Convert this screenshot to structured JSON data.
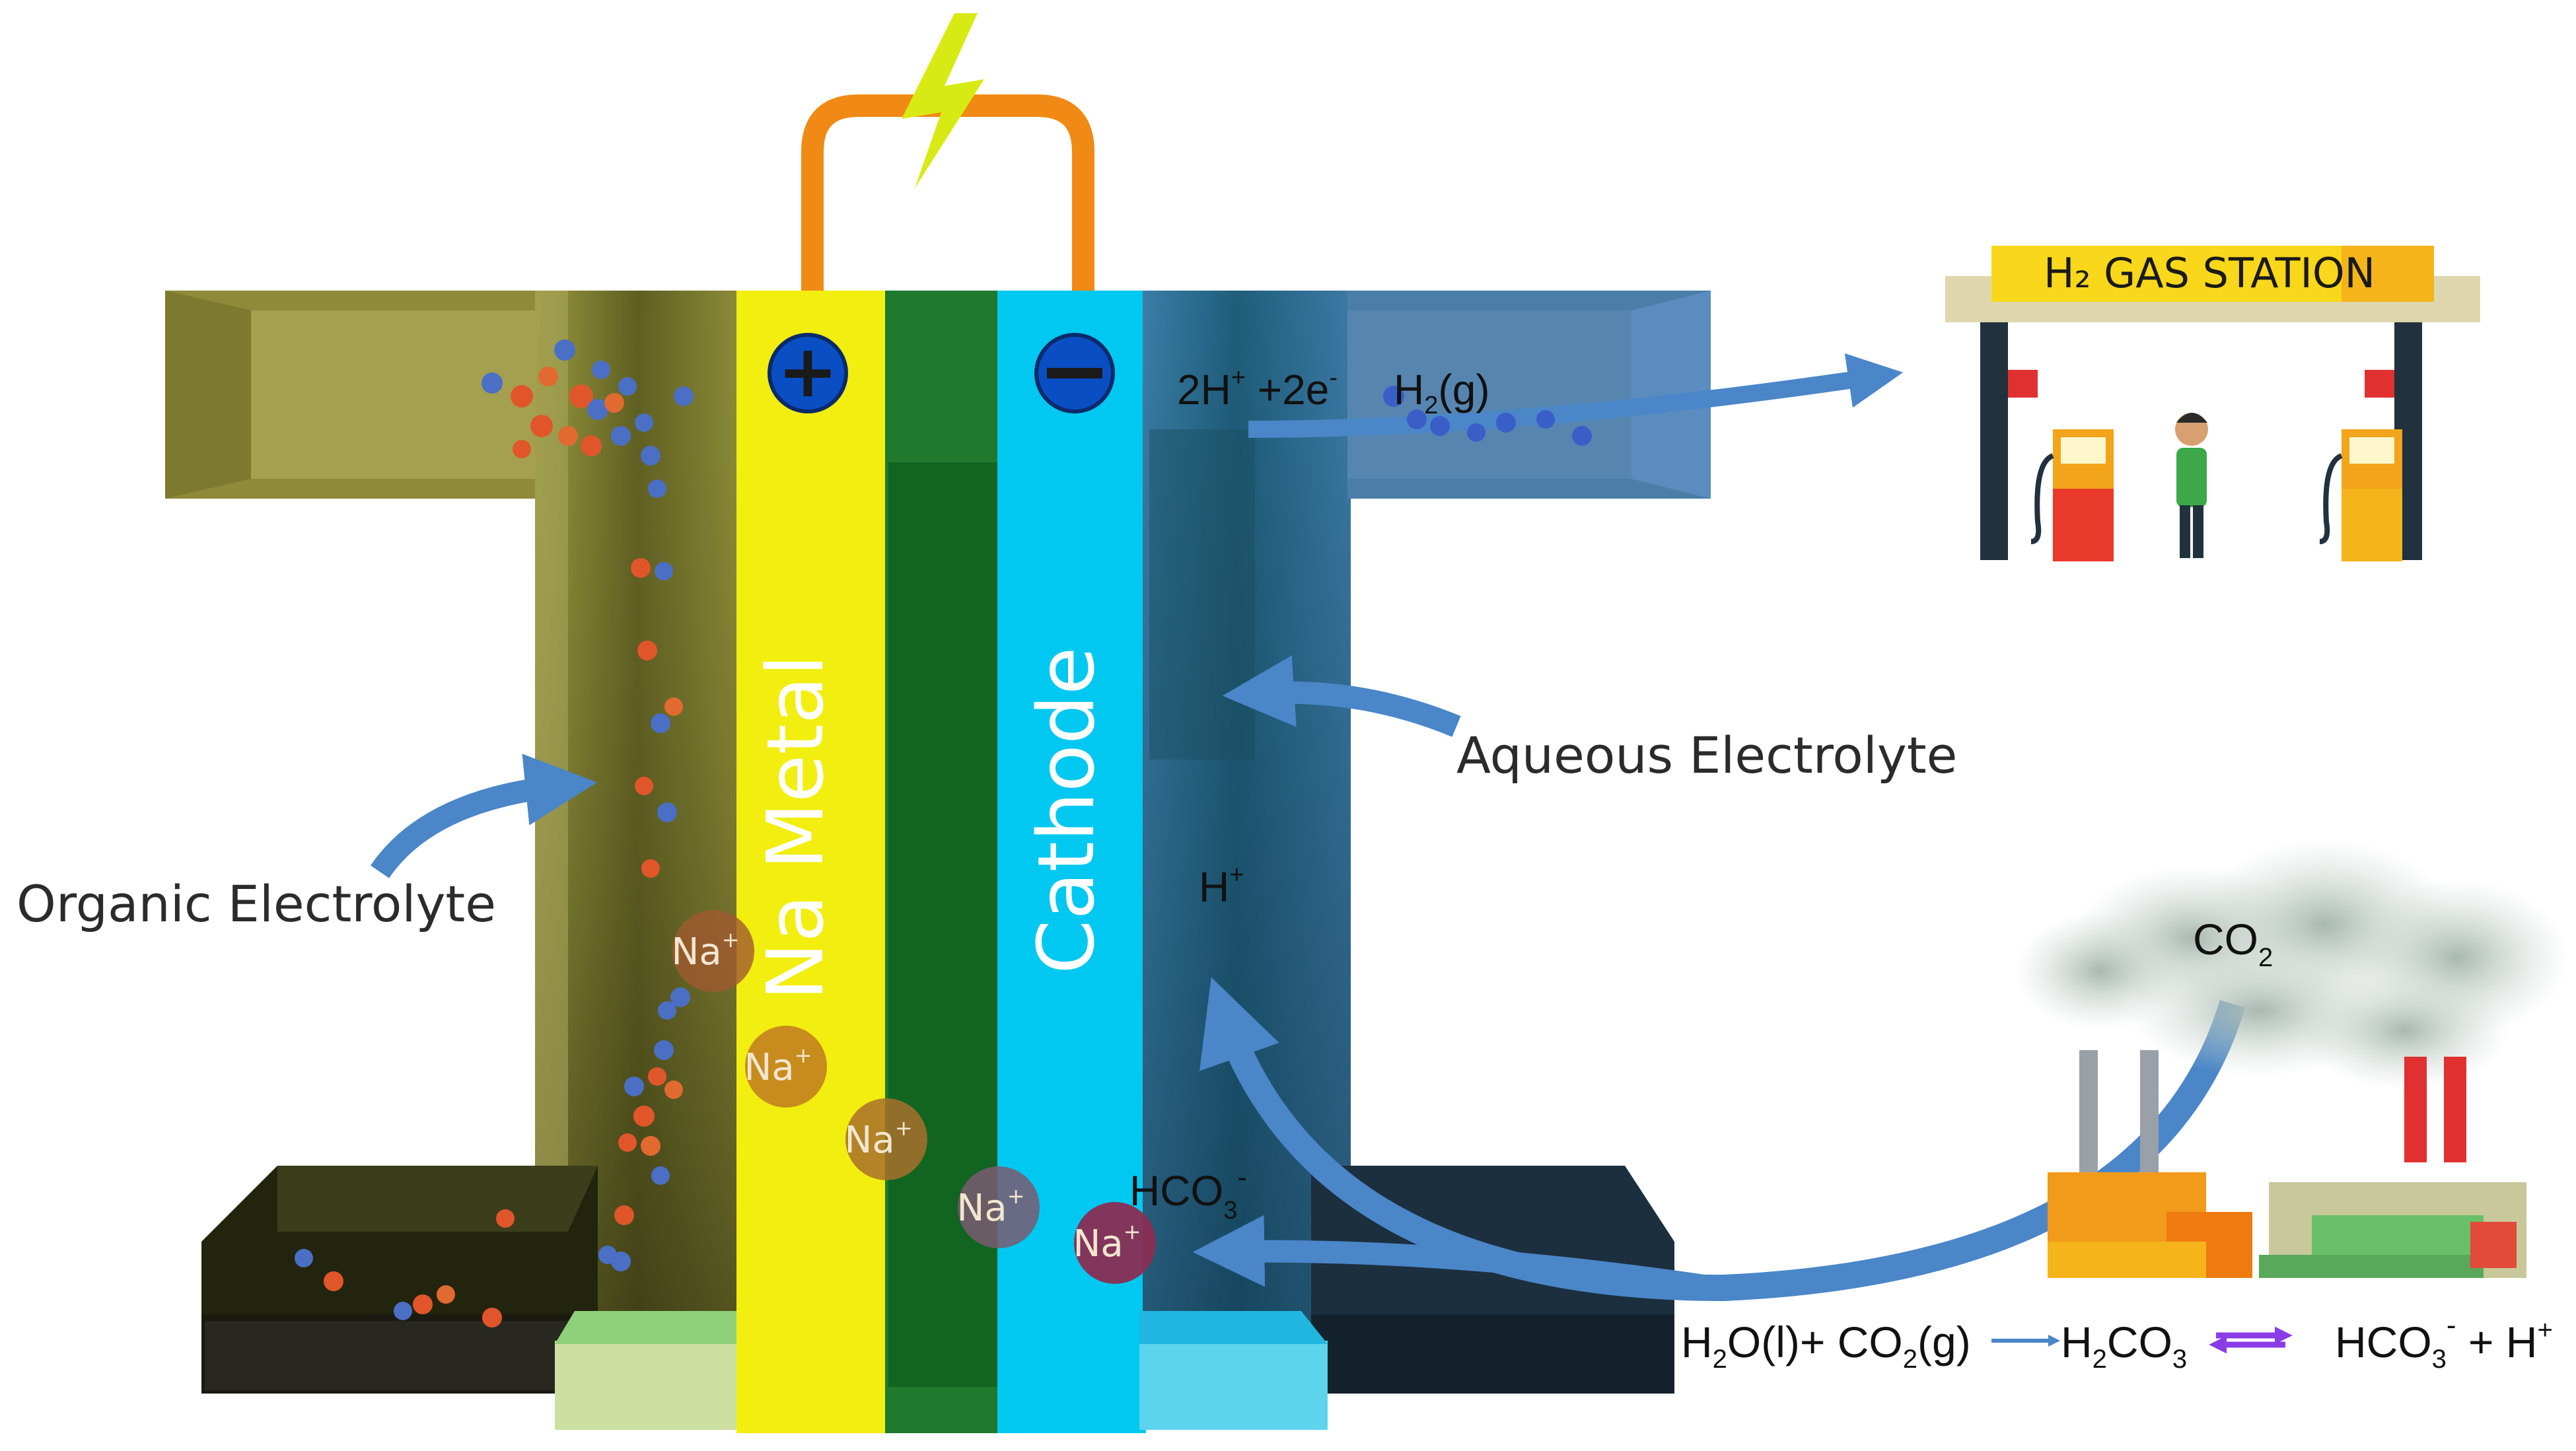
{
  "labels": {
    "organic_electrolyte": "Organic Electrolyte",
    "aqueous_electrolyte": "Aqueous Electrolyte",
    "na_metal": "Na Metal",
    "cathode": "Cathode",
    "gas_station_sign": "H₂ GAS STATION",
    "co2": "CO",
    "co2_sub": "2",
    "h_plus": "H",
    "h_plus_sup": "+",
    "hco3": "HCO",
    "hco3_sub": "3",
    "hco3_sup": "-"
  },
  "na_ions": [
    {
      "label": "Na",
      "sup": "+"
    },
    {
      "label": "Na",
      "sup": "+"
    },
    {
      "label": "Na",
      "sup": "+"
    },
    {
      "label": "Na",
      "sup": "+"
    },
    {
      "label": "Na",
      "sup": "+"
    }
  ],
  "reactions": {
    "hydrogen": {
      "lhs_a": "2H",
      "lhs_a_sup": "+",
      "lhs_b": " +2e",
      "lhs_b_sup": "-",
      "rhs": "H",
      "rhs_sub": "2",
      "rhs_tail": "(g)"
    },
    "carbonate": {
      "t1": "H",
      "t1_sub": "2",
      "t2": "O(l)+ CO",
      "t2_sub": "2",
      "t3": "(g)",
      "t4": "H",
      "t4_sub": "2",
      "t5": "CO",
      "t5_sub": "3",
      "t6": "HCO",
      "t6_sub": "3",
      "t6_sup": "-",
      "t7": " + H",
      "t7_sup": "+"
    }
  },
  "colors": {
    "organic": "#8a8a3a",
    "na_metal": "#f2ee10",
    "separator": "#1f7a2e",
    "cathode": "#00c8f0",
    "aqueous": "#3c6e96",
    "wire": "#f08a14",
    "bolt": "#d8ea14",
    "arrow": "#4a86c8",
    "equilibrium": "#8a3ce6"
  }
}
